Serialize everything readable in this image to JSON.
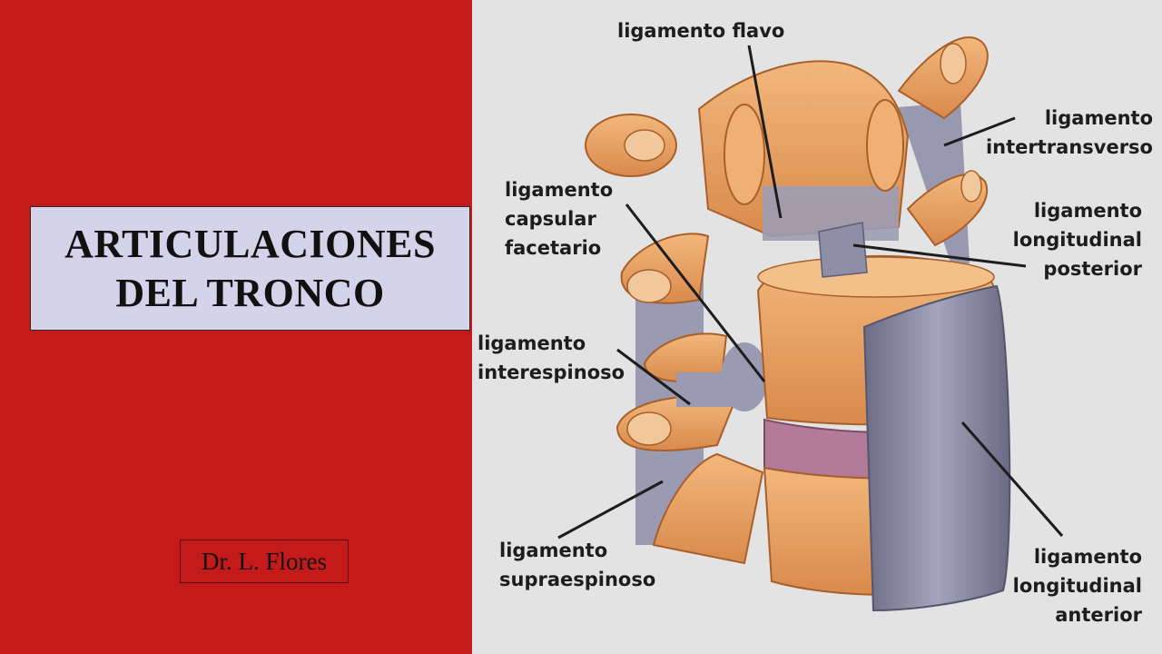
{
  "slide": {
    "title_line1": "ARTICULACIONES",
    "title_line2": "DEL TRONCO",
    "author": "Dr. L. Flores"
  },
  "figure": {
    "labels": {
      "flavo": [
        "ligamento flavo"
      ],
      "intertransverso": [
        "ligamento",
        "intertransverso"
      ],
      "capsular": [
        "ligamento",
        "capsular",
        "facetario"
      ],
      "long_posterior": [
        "ligamento",
        "longitudinal",
        "posterior"
      ],
      "interespinoso": [
        "ligamento",
        "interespinoso"
      ],
      "supraespinoso": [
        "ligamento",
        "supraespinoso"
      ],
      "long_anterior": [
        "ligamento",
        "longitudinal",
        "anterior"
      ]
    },
    "colors": {
      "background_left": "#c41a1a",
      "title_box": "#d5d3ea",
      "figure_bg": "#e3e3e3",
      "bone": "#e8a062",
      "ligament": "#8e8ea6",
      "disc": "#b37a9a"
    }
  }
}
